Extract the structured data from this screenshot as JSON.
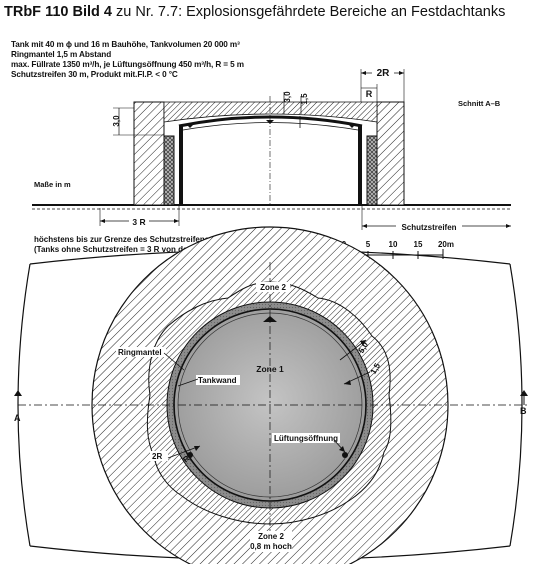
{
  "title": {
    "bold": "TRbF 110 Bild 4",
    "rest": " zu Nr. 7.7: Explosionsgefährdete Bereiche an Festdachtanks"
  },
  "specs": [
    "Tank mit 40 m ϕ und 16 m Bauhöhe, Tankvolumen 20 000 m³",
    "Ringmantel 1,5 m Abstand",
    "max. Füllrate 1350 m³/h, je Lüftungsöffnung 450 m³/h, R = 5 m",
    "Schutzstreifen 30 m, Produkt mit.Fl.P. < 0 °C"
  ],
  "section": {
    "label": "Schnitt A–B",
    "dim_2r": "2R",
    "dim_r": "R",
    "dim_30_left": "3,0",
    "dim_30_top": "3,0",
    "dim_15": "1,5",
    "dim_3r": "3 R",
    "masse": "Maße in m",
    "schutzstreifen": "Schutzstreifen"
  },
  "notes": [
    "höchstens bis zur Grenze des Schutzstreifens",
    "(Tanks ohne Schutzstreifen = 3 R von der Tankwand, höchstens 5 m)"
  ],
  "scale": {
    "ticks": [
      "0",
      "5",
      "10",
      "15",
      "20m"
    ]
  },
  "plan": {
    "zone2_top": "Zone 2",
    "zone1": "Zone 1",
    "ringmantel": "Ringmantel",
    "tankwand": "Tankwand",
    "dim_50": "5,0",
    "dim_15": "1,5",
    "dim_2r": "2R",
    "dim_r": "R",
    "lueftung": "Lüftungsöffnung",
    "zone2_bottom": "Zone 2",
    "zone2_bottom_sub": "0,8 m hoch",
    "point_a": "A",
    "point_b": "B"
  }
}
